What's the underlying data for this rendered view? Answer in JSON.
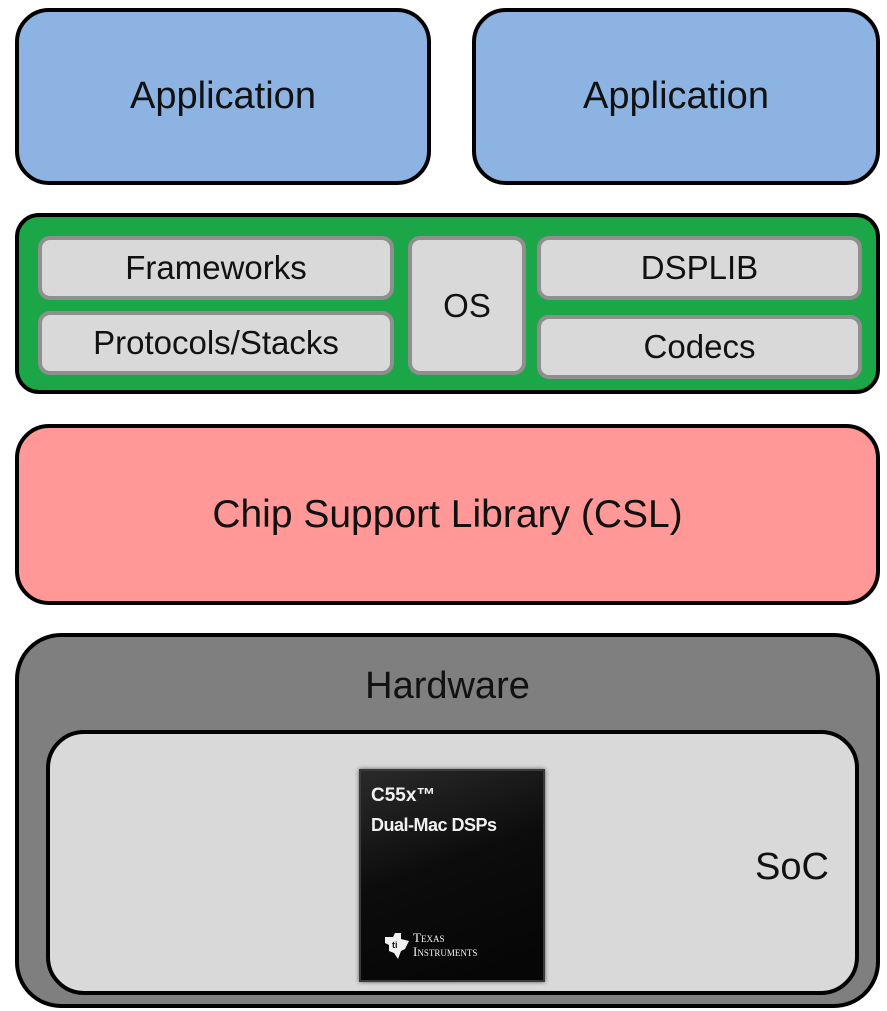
{
  "applications": [
    {
      "label": "Application"
    },
    {
      "label": "Application"
    }
  ],
  "middleware": {
    "frameworks": "Frameworks",
    "protocols": "Protocols/Stacks",
    "os": "OS",
    "dsplib": "DSPLIB",
    "codecs": "Codecs"
  },
  "csl": {
    "label": "Chip Support Library (CSL)"
  },
  "hardware": {
    "label": "Hardware",
    "soc_label": "SoC",
    "chip": {
      "line1": "C55x™",
      "line2": "Dual-Mac DSPs",
      "brand_line1": "Texas",
      "brand_line2": "Instruments"
    }
  },
  "colors": {
    "application": "#8db3e2",
    "middleware": "#1ba748",
    "middleware_item": "#d9d9d9",
    "csl": "#ff9896",
    "hardware": "#7f7f7f",
    "soc": "#d9d9d9"
  }
}
